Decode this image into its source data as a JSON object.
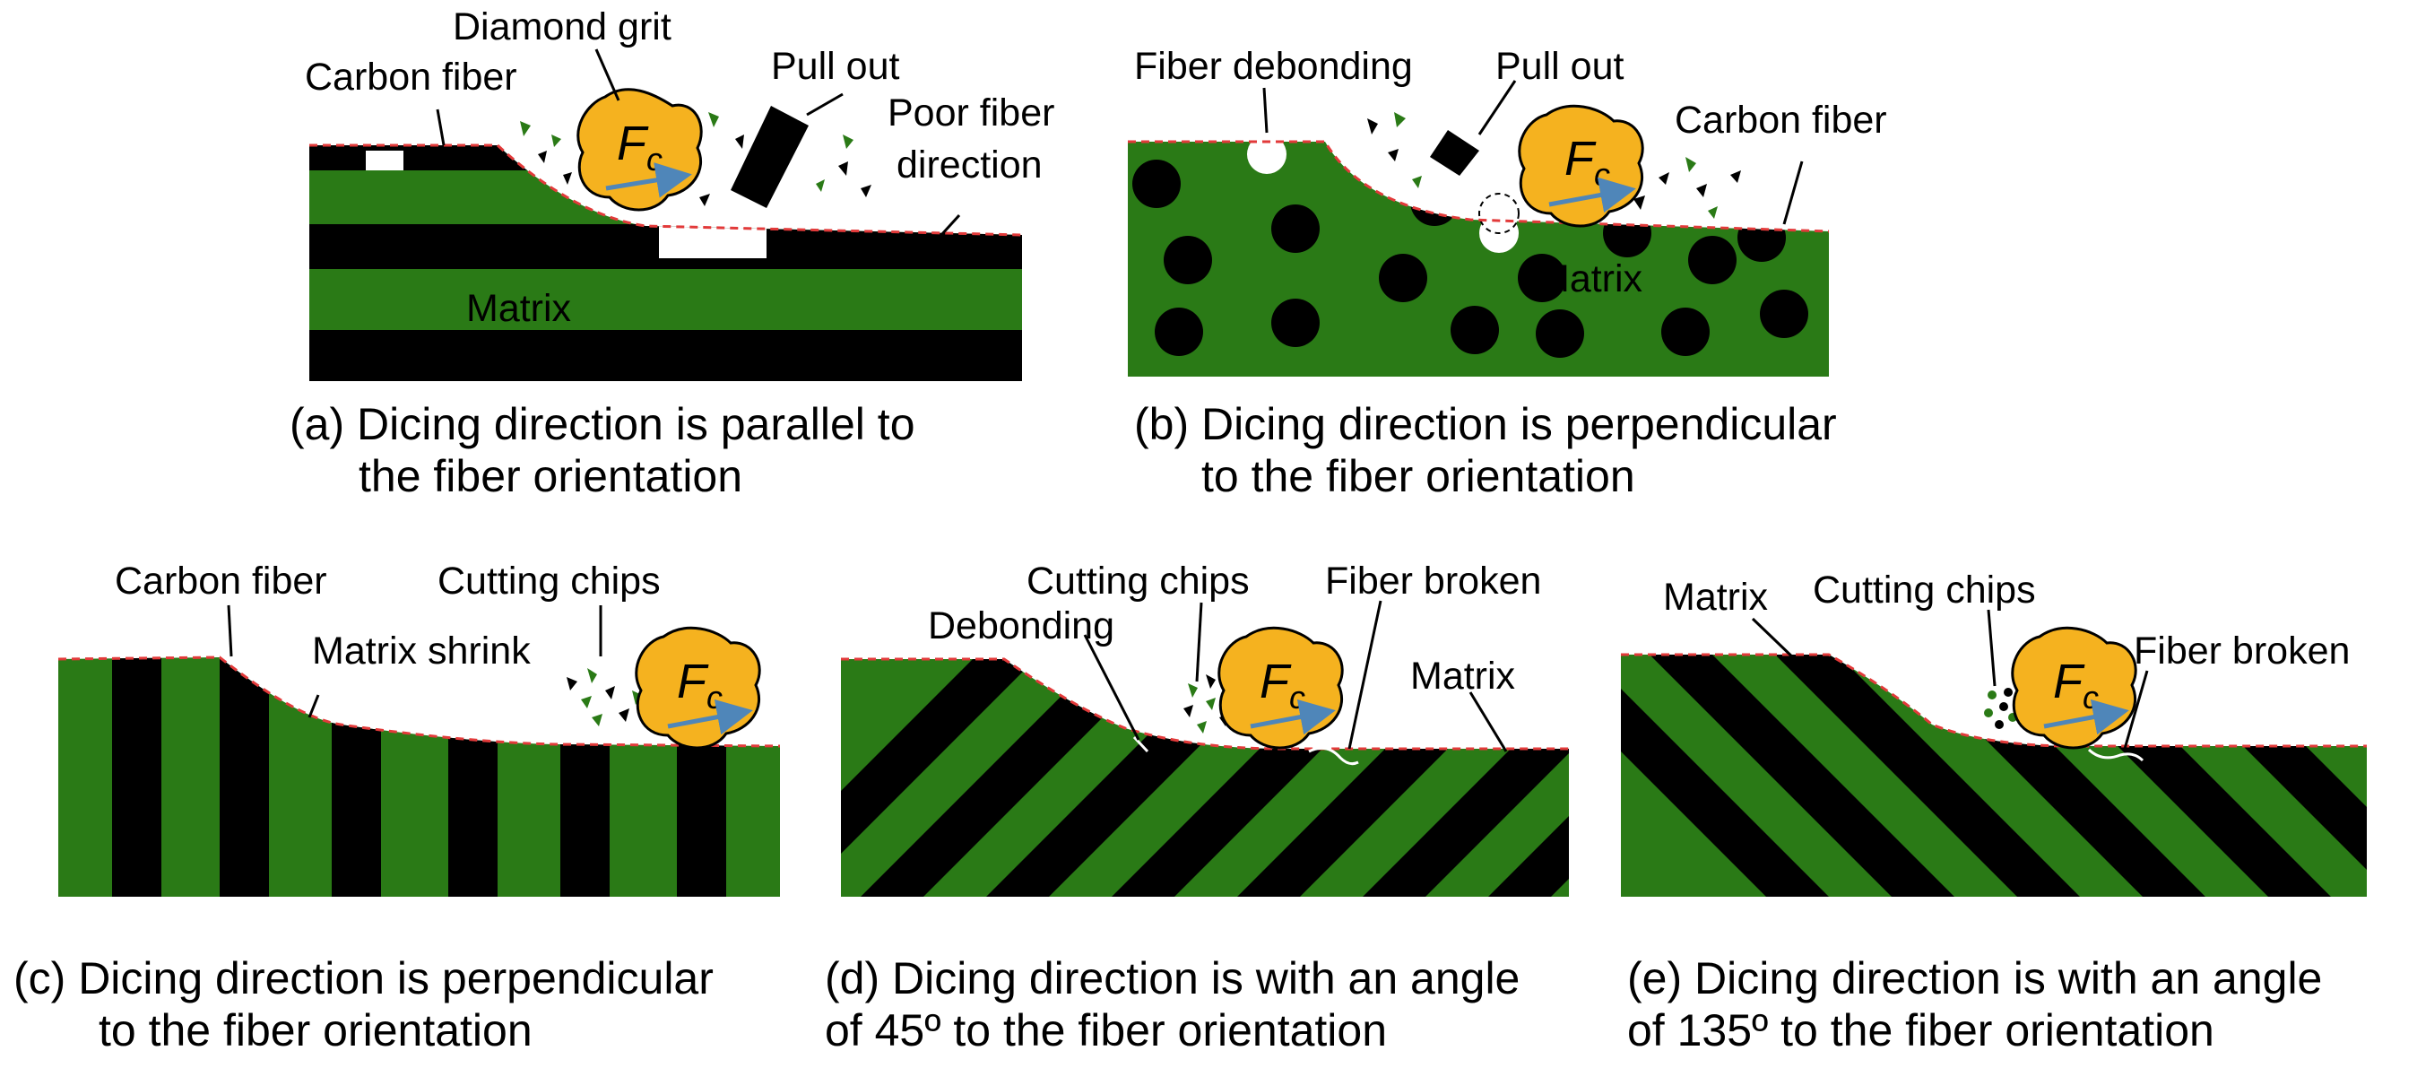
{
  "colors": {
    "matrix": "#2a7a16",
    "fiber": "#000000",
    "grit": "#f5b21f",
    "force_arrow": "#4f86b9",
    "profile_line": "#e23a3a"
  },
  "force_symbol": "F",
  "force_subscript": "c",
  "panels": [
    {
      "id": "a",
      "labels": [
        "Diamond grit",
        "Carbon fiber",
        "Pull out",
        "Poor fiber",
        "direction",
        "Matrix"
      ],
      "caption": [
        "(a) Dicing direction is parallel to",
        "the fiber orientation"
      ]
    },
    {
      "id": "b",
      "labels": [
        "Fiber debonding",
        "Pull out",
        "Carbon fiber",
        "Matrix"
      ],
      "caption": [
        "(b) Dicing direction is perpendicular",
        "to the fiber orientation"
      ]
    },
    {
      "id": "c",
      "labels": [
        "Carbon fiber",
        "Cutting chips",
        "Matrix shrink"
      ],
      "caption": [
        "(c) Dicing direction is perpendicular",
        "to the fiber orientation"
      ]
    },
    {
      "id": "d",
      "labels": [
        "Cutting chips",
        "Fiber broken",
        "Debonding",
        "Matrix"
      ],
      "caption": [
        "(d) Dicing direction is with an angle",
        "of 45º to the fiber orientation"
      ]
    },
    {
      "id": "e",
      "labels": [
        "Matrix",
        "Cutting chips",
        "Fiber broken"
      ],
      "caption": [
        "(e) Dicing direction is with an angle",
        "of 135º to the fiber orientation"
      ]
    }
  ]
}
